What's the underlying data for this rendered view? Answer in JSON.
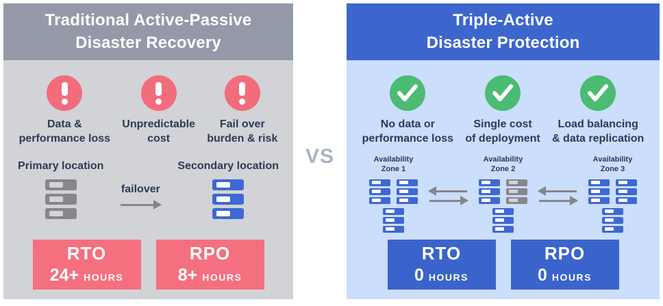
{
  "vs_label": "VS",
  "colors": {
    "left_header_bg": "#9399a7",
    "left_body_bg": "#d1d3d7",
    "alert_pink": "#f26c7c",
    "metric_pink": "#f5707f",
    "right_header_bg": "#3c66ce",
    "right_body_bg": "#cbdefb",
    "success_green": "#4cbb73",
    "metric_blue": "#3a64cc",
    "server_blue": "#3e68d2",
    "server_gray": "#85878c",
    "arrow_gray": "#85878c",
    "text_dark": "#2c3a54",
    "vs_gray": "#a9b3c4"
  },
  "left_panel": {
    "title": {
      "line1": "Traditional Active-Passive",
      "line2": "Disaster Recovery"
    },
    "issues": [
      {
        "icon": "exclamation-icon",
        "line1": "Data &",
        "line2": "performance loss"
      },
      {
        "icon": "exclamation-icon",
        "line1": "Unpredictable",
        "line2": "cost"
      },
      {
        "icon": "exclamation-icon",
        "line1": "Fail over",
        "line2": "burden & risk"
      }
    ],
    "failover": {
      "primary_label": "Primary location",
      "secondary_label": "Secondary location",
      "arrow_label": "failover"
    },
    "metrics": [
      {
        "name": "RTO",
        "value": "24+",
        "unit": "HOURS"
      },
      {
        "name": "RPO",
        "value": "8+",
        "unit": "HOURS"
      }
    ]
  },
  "right_panel": {
    "title": {
      "line1": "Triple-Active",
      "line2": "Disaster Protection"
    },
    "benefits": [
      {
        "icon": "check-icon",
        "line1": "No data or",
        "line2": "performance loss"
      },
      {
        "icon": "check-icon",
        "line1": "Single cost",
        "line2": "of deployment"
      },
      {
        "icon": "check-icon",
        "line1": "Load balancing",
        "line2": "& data replication"
      }
    ],
    "zones": [
      {
        "line1": "Availability",
        "line2": "Zone 1",
        "stacks": {
          "top": [
            "blue",
            "blue"
          ],
          "bottom": [
            "blue"
          ]
        }
      },
      {
        "line1": "Availability",
        "line2": "Zone 2",
        "stacks": {
          "top": [
            "blue",
            "gray"
          ],
          "bottom": [
            "blue"
          ]
        }
      },
      {
        "line1": "Availability",
        "line2": "Zone 3",
        "stacks": {
          "top": [
            "blue",
            "blue"
          ],
          "bottom": [
            "blue"
          ]
        }
      }
    ],
    "metrics": [
      {
        "name": "RTO",
        "value": "0",
        "unit": "HOURS"
      },
      {
        "name": "RPO",
        "value": "0",
        "unit": "HOURS"
      }
    ]
  }
}
